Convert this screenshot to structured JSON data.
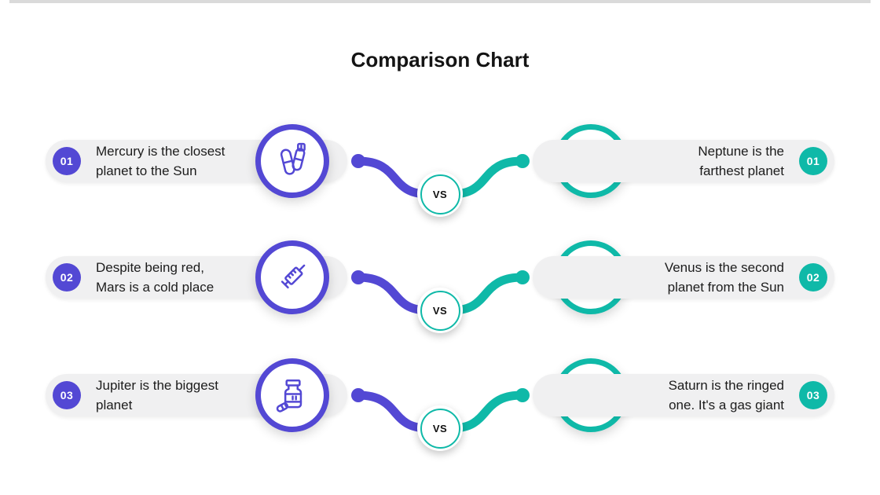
{
  "title": "Comparison Chart",
  "vs_label": "VS",
  "colors": {
    "purple": "#5348D4",
    "teal": "#0FB9A8",
    "pill": "#F0F0F1",
    "ink": "#1C1C1C"
  },
  "rows": [
    {
      "left": {
        "number": "01",
        "text": "Mercury is the closest\nplanet to the Sun",
        "icon": "pills-icon"
      },
      "right": {
        "number": "01",
        "text": "Neptune is the\nfarthest planet",
        "icon": "mortar-pestle-icon"
      }
    },
    {
      "left": {
        "number": "02",
        "text": "Despite being red,\nMars is a cold place",
        "icon": "syringe-icon"
      },
      "right": {
        "number": "02",
        "text": "Venus is the second\nplanet from the Sun",
        "icon": "scalpel-icon"
      }
    },
    {
      "left": {
        "number": "03",
        "text": "Jupiter is the biggest\nplanet",
        "icon": "pill-bottle-icon"
      },
      "right": {
        "number": "03",
        "text": "Saturn is the ringed\none. It's a gas giant",
        "icon": "stethoscope-icon"
      }
    }
  ]
}
